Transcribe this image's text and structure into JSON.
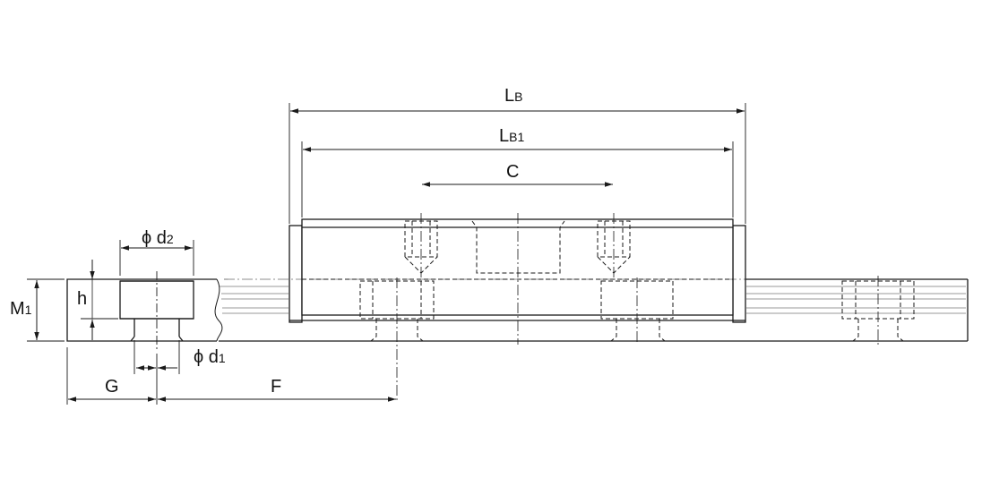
{
  "labels": {
    "LB": {
      "main": "L",
      "sub": "B"
    },
    "LB1": {
      "main": "L",
      "sub": "B1"
    },
    "C": {
      "main": "C",
      "sub": ""
    },
    "phi_d2": {
      "main": "ϕ d",
      "sub": "2"
    },
    "phi_d1": {
      "main": "ϕ d",
      "sub": "1"
    },
    "M1": {
      "main": "M",
      "sub": "1"
    },
    "h": {
      "main": "h",
      "sub": ""
    },
    "G": {
      "main": "G",
      "sub": ""
    },
    "F": {
      "main": "F",
      "sub": ""
    }
  },
  "colors": {
    "line": "#1a1a1a",
    "rail": "#555555",
    "background": "#ffffff"
  }
}
